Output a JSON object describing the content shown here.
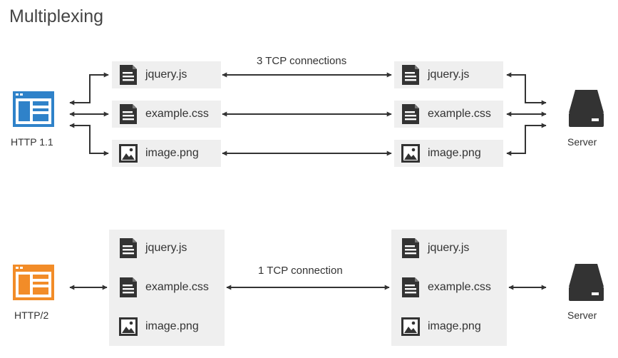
{
  "title": "Multiplexing",
  "colors": {
    "http11": "#2f82c9",
    "http2": "#f28c28",
    "server": "#333333",
    "box": "#efefef",
    "arrow": "#333333"
  },
  "http11": {
    "client_label": "HTTP 1.1",
    "connection_label": "3 TCP connections",
    "server_label": "Server",
    "client_files": [
      {
        "name": "jquery.js",
        "icon": "document-icon"
      },
      {
        "name": "example.css",
        "icon": "document-icon"
      },
      {
        "name": "image.png",
        "icon": "image-icon"
      }
    ],
    "server_files": [
      {
        "name": "jquery.js",
        "icon": "document-icon"
      },
      {
        "name": "example.css",
        "icon": "document-icon"
      },
      {
        "name": "image.png",
        "icon": "image-icon"
      }
    ]
  },
  "http2": {
    "client_label": "HTTP/2",
    "connection_label": "1 TCP connection",
    "server_label": "Server",
    "client_files": [
      {
        "name": "jquery.js",
        "icon": "document-icon"
      },
      {
        "name": "example.css",
        "icon": "document-icon"
      },
      {
        "name": "image.png",
        "icon": "image-icon"
      }
    ],
    "server_files": [
      {
        "name": "jquery.js",
        "icon": "document-icon"
      },
      {
        "name": "example.css",
        "icon": "document-icon"
      },
      {
        "name": "image.png",
        "icon": "image-icon"
      }
    ]
  }
}
